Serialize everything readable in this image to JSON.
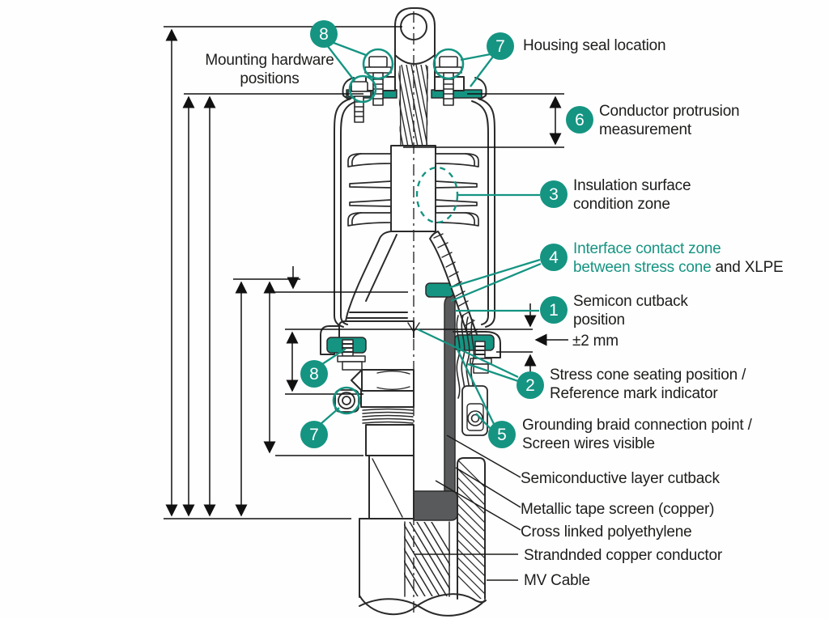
{
  "colors": {
    "teal": "#159482",
    "dark_gray": "#595a5c",
    "line": "#2a2a2a"
  },
  "callouts": {
    "n8_top": "8",
    "n7_top": "7",
    "n6": "6",
    "n3": "3",
    "n4": "4",
    "n1": "1",
    "n2": "2",
    "n8_mid": "8",
    "n7_mid": "7",
    "n5": "5"
  },
  "labels": {
    "mounting_line1": "Mounting hardware",
    "mounting_line2": "positions",
    "housing_seal": "Housing seal location",
    "conductor_protrusion_line1": "Conductor protrusion",
    "conductor_protrusion_line2": "measurement",
    "insulation_line1": "Insulation surface",
    "insulation_line2": "condition zone",
    "interface_line1": "Interface contact zone",
    "interface_line2_teal": "between stress cone",
    "interface_line2_black": " and XLPE",
    "semicon_line1": "Semicon cutback",
    "semicon_line2": "position",
    "tolerance": "±2 mm",
    "stress_line1": "Stress cone seating position /",
    "stress_line2": "Reference mark indicator",
    "grounding_line1": "Grounding braid connection point /",
    "grounding_line2": "Screen wires visible",
    "semiconductive_cutback": "Semiconductive layer cutback",
    "metallic_tape": "Metallic tape screen (copper)",
    "xlpe": "Cross linked polyethylene",
    "stranded_conductor": "Strandnded copper conductor",
    "mv_cable": "MV Cable"
  }
}
